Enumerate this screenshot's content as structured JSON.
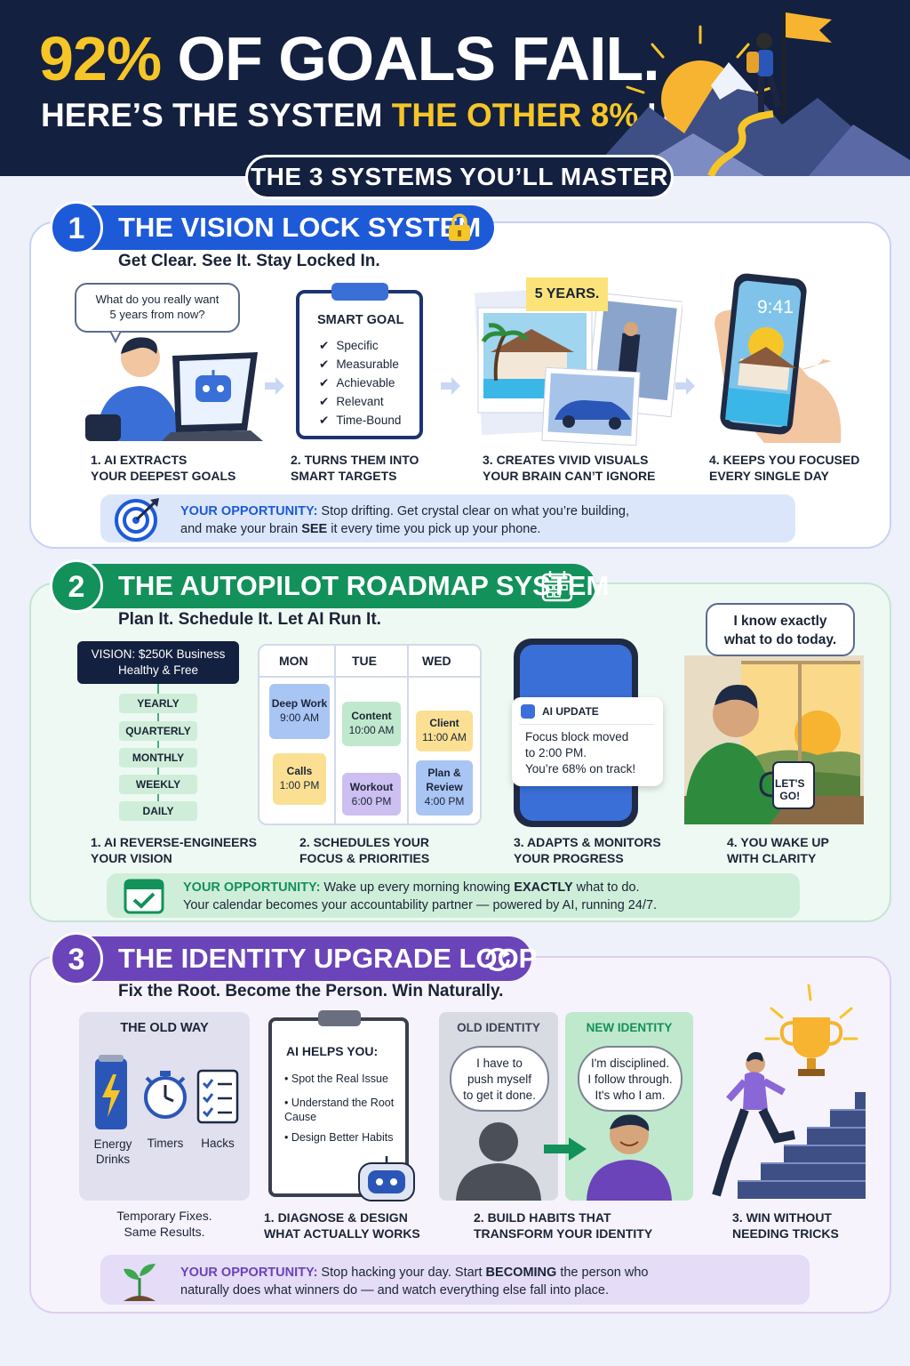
{
  "header": {
    "h1_pct": "92%",
    "h1_rest": " OF GOALS FAIL.",
    "h2_a": "HERE’S THE SYSTEM ",
    "h2_b": "THE OTHER 8%",
    "h2_c": " USE"
  },
  "banner": "THE 3 SYSTEMS YOU’LL MASTER",
  "s1": {
    "num": "1",
    "title": "THE VISION LOCK SYSTEM",
    "tagline": "Get Clear. See It. Stay Locked In.",
    "bubble": "What do you really want\n5 years from now?",
    "smart_title": "SMART GOAL",
    "smart": [
      "Specific",
      "Measurable",
      "Achievable",
      "Relevant",
      "Time-Bound"
    ],
    "years": "5 YEARS.",
    "clock": "9:41",
    "steps": [
      "1. AI EXTRACTS\nYOUR DEEPEST GOALS",
      "2. TURNS THEM INTO\nSMART TARGETS",
      "3. CREATES VIVID VISUALS\nYOUR BRAIN CAN’T IGNORE",
      "4. KEEPS YOU FOCUSED\nEVERY SINGLE DAY"
    ],
    "opp_label": "YOUR OPPORTUNITY:",
    "opp_a": " Stop drifting. Get crystal clear on what you’re building,",
    "opp_b": "and make your brain ",
    "opp_bold": "SEE",
    "opp_c": " it every time you pick up your phone.",
    "accent": "#1d5ad8"
  },
  "s2": {
    "num": "2",
    "title": "THE AUTOPILOT ROADMAP SYSTEM",
    "tagline": "Plan It. Schedule It. Let AI Run It.",
    "vision": "VISION: $250K Business\nHealthy & Free",
    "levels": [
      "YEARLY",
      "QUARTERLY",
      "MONTHLY",
      "WEEKLY",
      "DAILY"
    ],
    "days": [
      "MON",
      "TUE",
      "WED"
    ],
    "events": [
      {
        "t": "Deep Work",
        "h": "9:00 AM"
      },
      {
        "t": "Calls",
        "h": "1:00 PM"
      },
      {
        "t": "Content",
        "h": "10:00 AM"
      },
      {
        "t": "Workout",
        "h": "6:00 PM"
      },
      {
        "t": "Client",
        "h": "11:00 AM"
      },
      {
        "t": "Plan &\nReview",
        "h": "4:00 PM"
      }
    ],
    "update_title": "AI UPDATE",
    "update_body": "Focus block moved\nto 2:00 PM.\nYou’re 68% on track!",
    "bubble": "I know exactly\nwhat to do today.",
    "mug": "LET'S\nGO!",
    "steps": [
      "1. AI REVERSE-ENGINEERS\nYOUR VISION",
      "2. SCHEDULES YOUR\nFOCUS & PRIORITIES",
      "3. ADAPTS & MONITORS\nYOUR PROGRESS",
      "4. YOU WAKE UP\nWITH CLARITY"
    ],
    "opp_label": "YOUR OPPORTUNITY:",
    "opp_a": " Wake up every morning knowing ",
    "opp_bold": "EXACTLY",
    "opp_b": " what to do.",
    "opp_c": "Your calendar becomes your accountability partner — powered by AI, running 24/7.",
    "accent": "#12915a"
  },
  "s3": {
    "num": "3",
    "title": "THE IDENTITY UPGRADE LOOP",
    "tagline": "Fix the Root. Become the Person. Win Naturally.",
    "old_way": "THE OLD WAY",
    "old_items": [
      "Energy\nDrinks",
      "Timers",
      "Hacks"
    ],
    "old_caption": "Temporary Fixes.\nSame Results.",
    "ai_title": "AI HELPS YOU:",
    "ai_items": [
      "Spot the Real Issue",
      "Understand the Root\nCause",
      "Design Better Habits"
    ],
    "old_id": "OLD IDENTITY",
    "old_thought": "I have to\npush myself\nto get it done.",
    "new_id": "NEW IDENTITY",
    "new_thought": "I'm disciplined.\nI follow through.\nIt's who I am.",
    "steps": [
      "1. DIAGNOSE & DESIGN\nWHAT ACTUALLY WORKS",
      "2. BUILD HABITS THAT\nTRANSFORM YOUR IDENTITY",
      "3. WIN WITHOUT\nNEEDING TRICKS"
    ],
    "opp_label": "YOUR OPPORTUNITY:",
    "opp_a": " Stop hacking your day. Start ",
    "opp_bold": "BECOMING",
    "opp_b": " the person who",
    "opp_c": "naturally does what winners do — and watch everything else fall into place.",
    "accent": "#6a44b8"
  }
}
